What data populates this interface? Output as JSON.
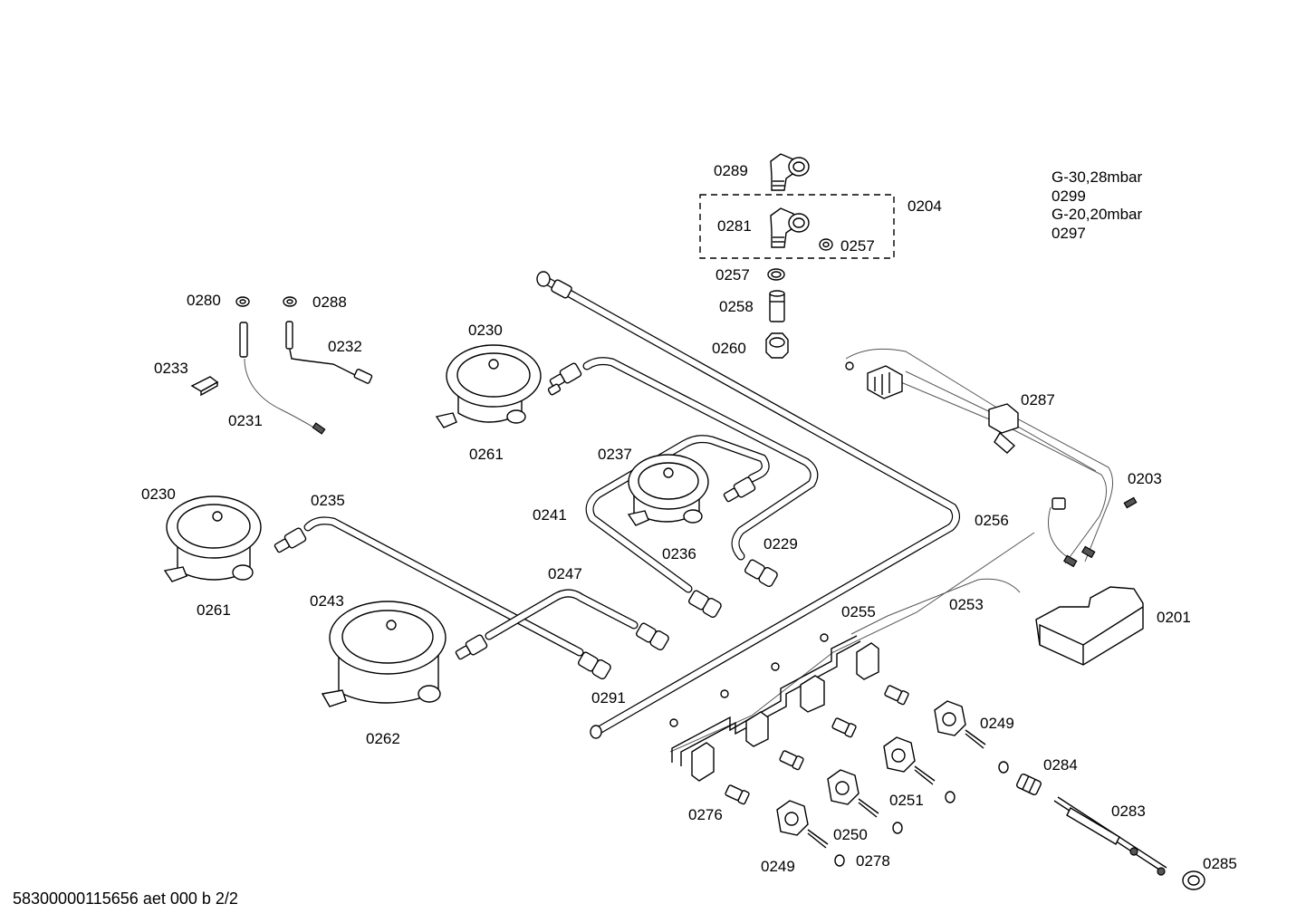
{
  "gas_info": [
    "G-30,28mbar",
    "0299",
    "G-20,20mbar",
    "0297"
  ],
  "footer": "58300000115656 aet 000 b 2/2",
  "parts": {
    "p0289": "0289",
    "p0281": "0281",
    "p0204": "0204",
    "p0257a": "0257",
    "p0257b": "0257",
    "p0258": "0258",
    "p0260": "0260",
    "p0280": "0280",
    "p0288": "0288",
    "p0232": "0232",
    "p0233": "0233",
    "p0231": "0231",
    "p0230a": "0230",
    "p0261a": "0261",
    "p0237": "0237",
    "p0241": "0241",
    "p0236": "0236",
    "p0229": "0229",
    "p0230b": "0230",
    "p0235": "0235",
    "p0261b": "0261",
    "p0243": "0243",
    "p0247": "0247",
    "p0291": "0291",
    "p0262": "0262",
    "p0287": "0287",
    "p0203": "0203",
    "p0256": "0256",
    "p0255": "0255",
    "p0253": "0253",
    "p0201": "0201",
    "p0249a": "0249",
    "p0284": "0284",
    "p0251": "0251",
    "p0283": "0283",
    "p0276": "0276",
    "p0250": "0250",
    "p0278": "0278",
    "p0249b": "0249",
    "p0285": "0285"
  }
}
